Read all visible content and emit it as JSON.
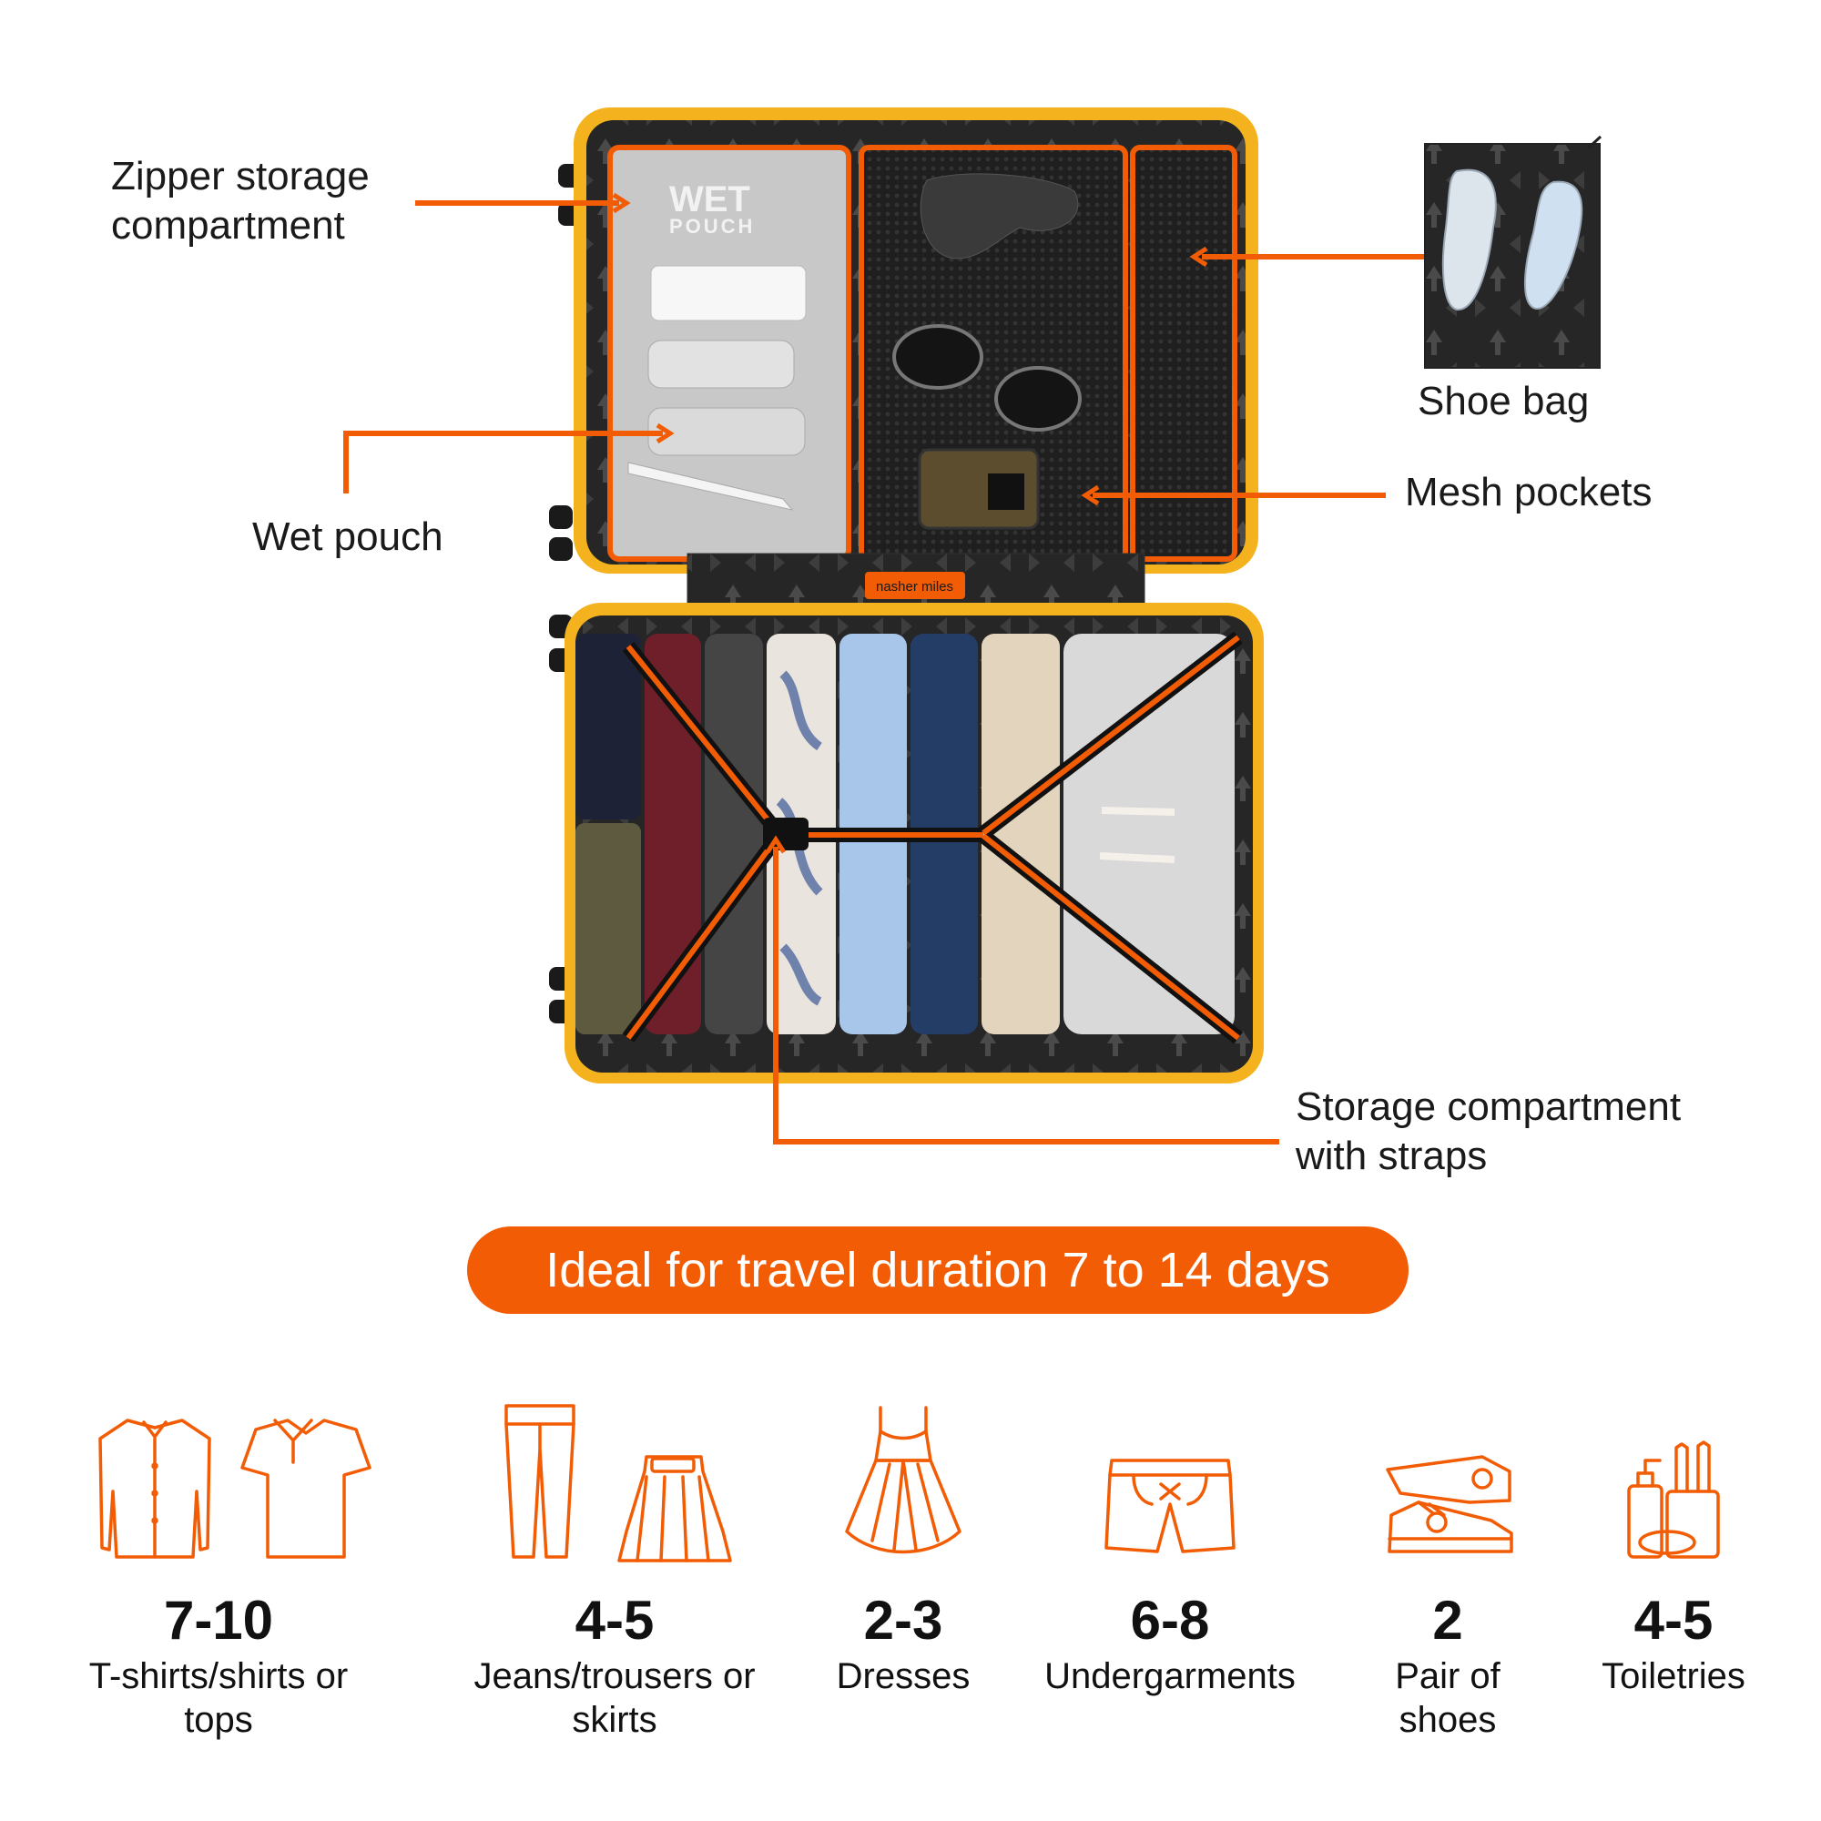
{
  "callouts": {
    "zipper": "Zipper storage\ncompartment",
    "wet_pouch": "Wet pouch",
    "shoe_bag": "Shoe bag",
    "mesh": "Mesh pockets",
    "straps": "Storage compartment\nwith straps"
  },
  "suitcase": {
    "pouch_title": "WET",
    "pouch_subtitle": "POUCH",
    "brand": "nasher miles"
  },
  "banner": "Ideal for travel duration 7 to 14 days",
  "stats": [
    {
      "count": "7-10",
      "label": "T-shirts/shirts or\ntops",
      "icon": "shirt-icon"
    },
    {
      "count": "4-5",
      "label": "Jeans/trousers or\nskirts",
      "icon": "trousers-icon"
    },
    {
      "count": "2-3",
      "label": "Dresses",
      "icon": "dress-icon"
    },
    {
      "count": "6-8",
      "label": "Undergarments",
      "icon": "shorts-icon"
    },
    {
      "count": "2",
      "label": "Pair of\nshoes",
      "icon": "sneakers-icon"
    },
    {
      "count": "4-5",
      "label": "Toiletries",
      "icon": "toiletries-icon"
    }
  ],
  "colors": {
    "accent": "#f25c05",
    "shell": "#f3b21e",
    "lining": "#2b2b2b",
    "pouch": "#c9c9c9"
  }
}
